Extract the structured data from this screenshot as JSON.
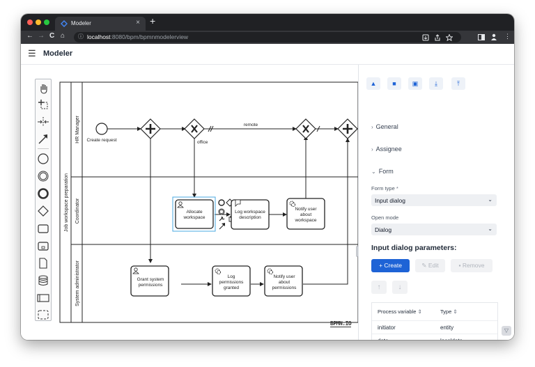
{
  "browser": {
    "tab_title": "Modeler",
    "tab_close": "×",
    "new_tab": "+",
    "url_host": "localhost",
    "url_path": ":8080/bpm/bpmnmodelerview",
    "back": "←",
    "forward": "→",
    "reload": "C",
    "home": "⌂",
    "info_icon": "ⓘ"
  },
  "app": {
    "menu_icon": "☰",
    "title": "Modeler"
  },
  "diagram": {
    "pool_label": "Job workspace preparation",
    "lanes": [
      "HR Manager",
      "Coordinator",
      "System administrator"
    ],
    "start_event": "Create request",
    "flow_remote": "remote",
    "flow_office": "office",
    "tasks": {
      "allocate": [
        "Allocate",
        "workspace"
      ],
      "log_desc": [
        "Log workspace",
        "description"
      ],
      "notify_ws": [
        "Notify user",
        "about",
        "workspace"
      ],
      "grant": [
        "Grant system",
        "permissions"
      ],
      "log_perm": [
        "Log",
        "permissions",
        "granted"
      ],
      "notify_perm": [
        "Notify user",
        "about",
        "permissions"
      ]
    },
    "watermark": "BPMN.IO"
  },
  "panel": {
    "toolbar_icons": [
      "warning-icon",
      "folder-icon",
      "archive-icon",
      "download-icon",
      "upload-icon"
    ],
    "sections": {
      "general": "General",
      "assignee": "Assignee",
      "form": "Form"
    },
    "form_type_label": "Form type",
    "required_mark": "*",
    "form_type_value": "Input dialog",
    "open_mode_label": "Open mode",
    "open_mode_value": "Dialog",
    "params_heading": "Input dialog parameters:",
    "create_label": "Create",
    "edit_label": "Edit",
    "remove_label": "Remove",
    "table": {
      "columns": [
        "Process variable",
        "Type"
      ],
      "rows": [
        {
          "variable": "initiator",
          "type": "entity"
        },
        {
          "variable": "date",
          "type": "localdate"
        }
      ]
    }
  },
  "colors": {
    "accent": "#1e63d6",
    "selection": "#4aa8e0",
    "chrome_dark": "#202124",
    "chrome_bar": "#35363a"
  }
}
